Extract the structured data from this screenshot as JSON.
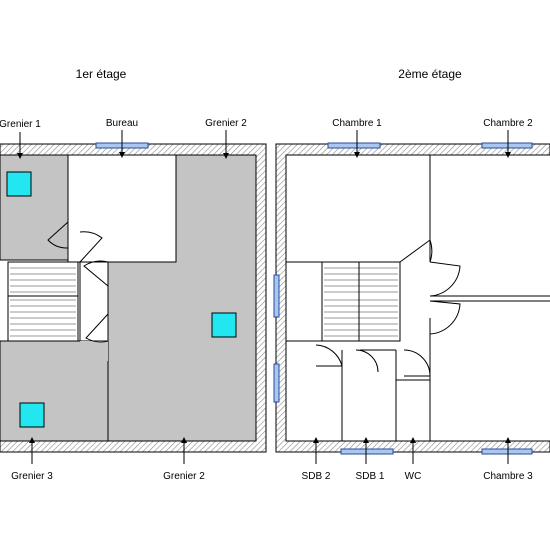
{
  "plan_left": {
    "title": "1er étage",
    "labels": {
      "grenier_1": "Grenier 1",
      "bureau": "Bureau",
      "grenier_2_top": "Grenier 2",
      "grenier_3": "Grenier 3",
      "grenier_2_bottom": "Grenier 2"
    }
  },
  "plan_right": {
    "title": "2ème étage",
    "labels": {
      "chambre_1": "Chambre 1",
      "chambre_2": "Chambre 2",
      "sdb_2": "SDB 2",
      "sdb_1": "SDB 1",
      "wc": "WC",
      "chambre_3": "Chambre 3"
    }
  },
  "colors": {
    "wall_fill": "#ffffff",
    "wall_hatch": "#8a8a8a",
    "room_gray": "#c4c4c4",
    "skylight": "#22e6f0",
    "window": "#a8c8f0"
  }
}
